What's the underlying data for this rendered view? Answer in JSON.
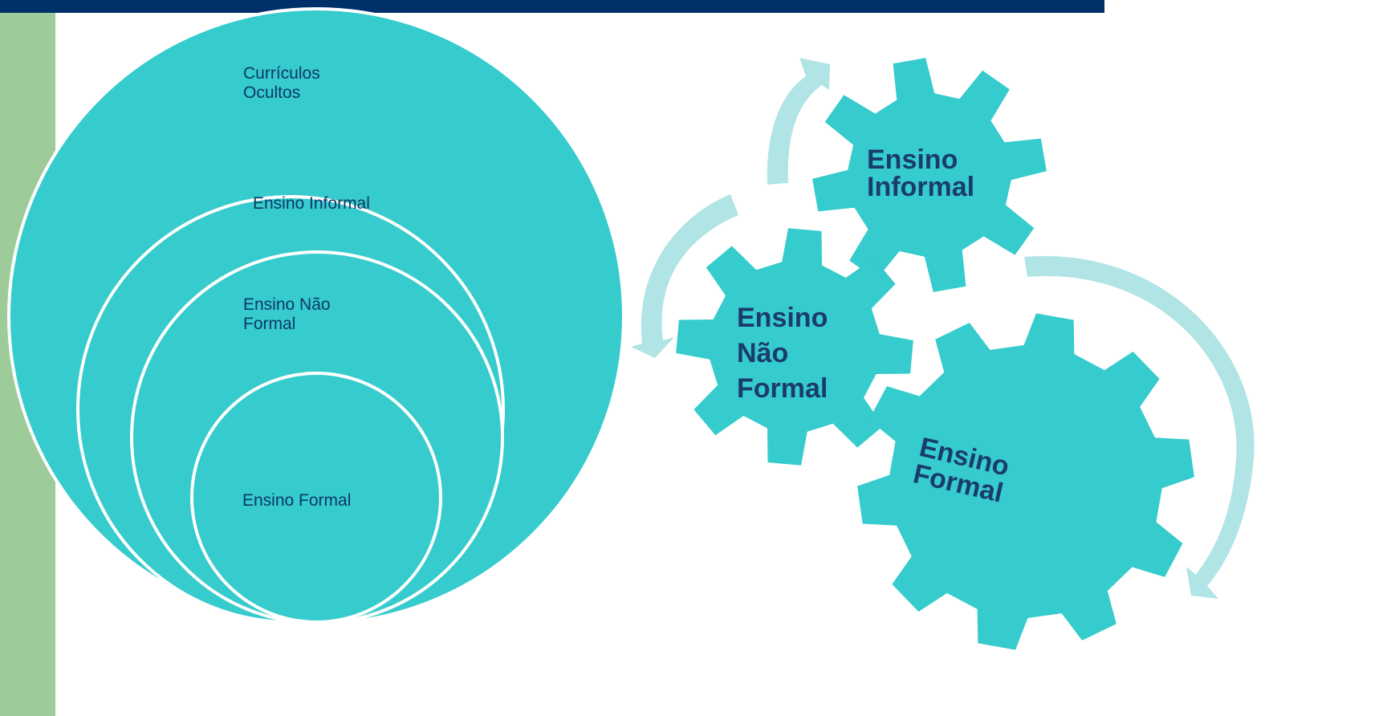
{
  "diagram": {
    "nested": {
      "outer": "Currículos Ocultos",
      "second": "Ensino Informal",
      "third": "Ensino Não Formal",
      "inner": "Ensino Formal"
    },
    "gears": {
      "informal": "Ensino Informal",
      "nao_formal": "Ensino Não Formal",
      "formal": "Ensino Formal"
    }
  },
  "colors": {
    "top_bar": "#00306a",
    "side_bar": "#9dcc9a",
    "circle_fill": "#36cbcc",
    "arrow": "#b1e4e5",
    "gear_text": "#1a3c6c",
    "circle_text": "#0d3a66"
  }
}
